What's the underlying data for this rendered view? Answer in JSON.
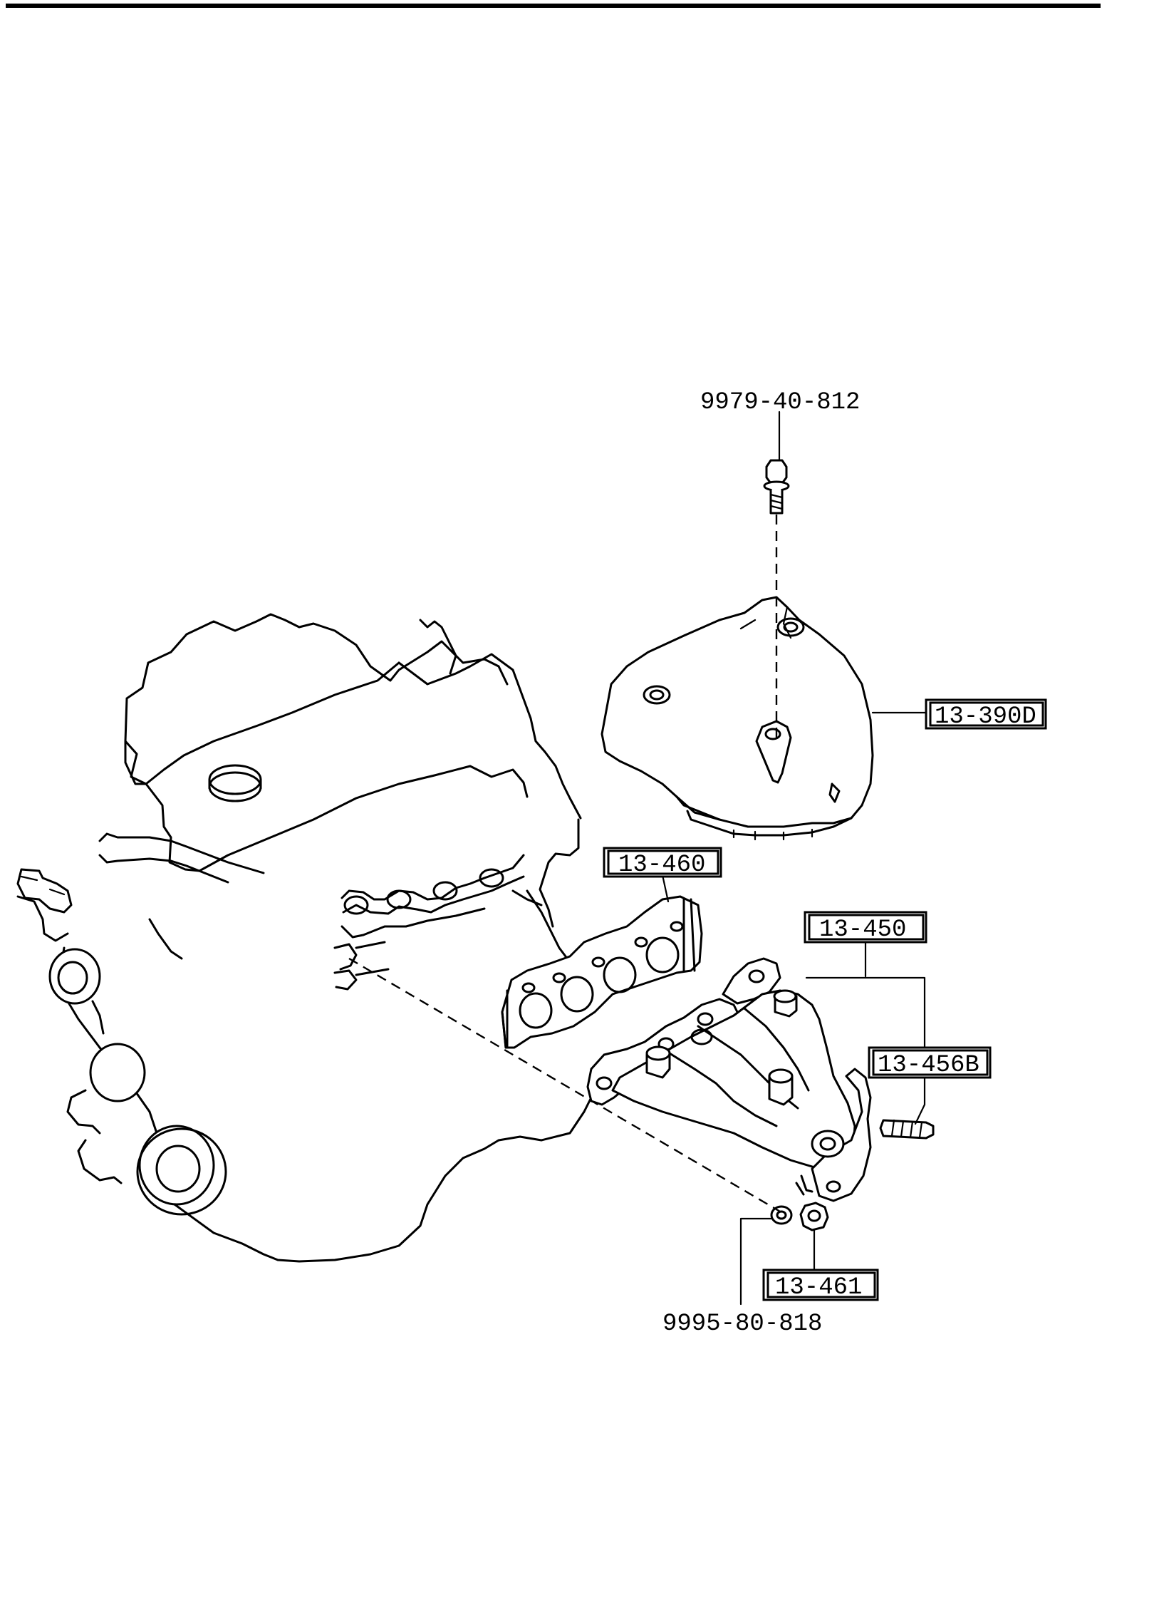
{
  "labels": {
    "bolt": "9979-40-812",
    "heat_insulator": "13-390D",
    "gasket": "13-460",
    "manifold": "13-450",
    "stud": "13-456B",
    "nut": "13-461",
    "washer": "9995-80-818"
  }
}
